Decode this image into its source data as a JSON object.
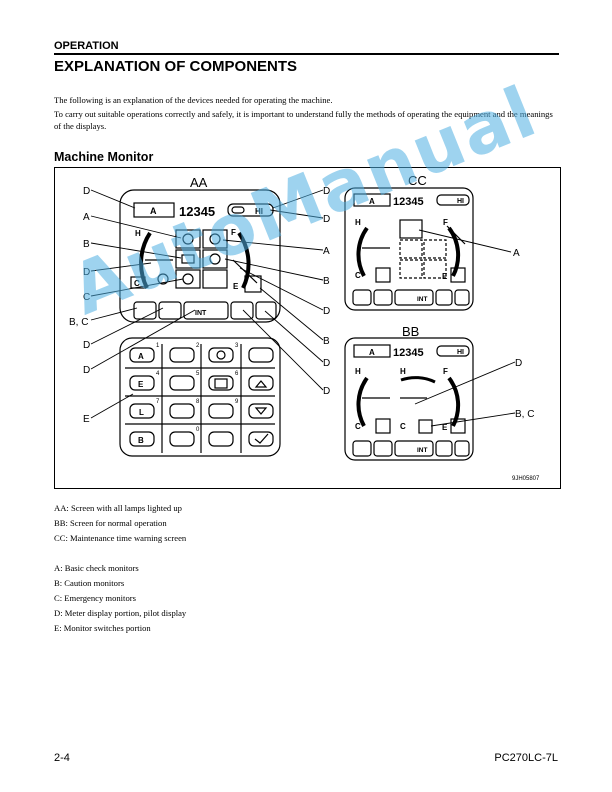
{
  "header": {
    "section": "OPERATION",
    "title": "EXPLANATION OF COMPONENTS"
  },
  "intro": {
    "p1": "The following is an explanation of the devices needed for operating the machine.",
    "p2": "To carry out suitable operations correctly and safely, it is important to understand fully the methods of operating the equipment and the meanings of the displays."
  },
  "subheading": "Machine Monitor",
  "figure": {
    "screen_aa": "AA",
    "screen_bb": "BB",
    "screen_cc": "CC",
    "hour_meter": "12345",
    "mode_a": "A",
    "mode_hi": "HI",
    "int_label": "INT",
    "gauge_h": "H",
    "gauge_c": "C",
    "gauge_f": "F",
    "gauge_e": "E",
    "sw_a": "A",
    "sw_e": "E",
    "sw_l": "L",
    "sw_b": "B",
    "num1": "1",
    "num2": "2",
    "num3": "3",
    "num4": "4",
    "num5": "5",
    "num6": "6",
    "num7": "7",
    "num8": "8",
    "num9": "9",
    "num0": "0",
    "callouts": {
      "a": "A",
      "b": "B",
      "c": "C",
      "d": "D",
      "e": "E",
      "bc": "B, C"
    },
    "code": "9JH05807",
    "watermark": "AutoManual"
  },
  "legend": [
    "AA: Screen with all lamps lighted up",
    "BB: Screen for normal operation",
    "CC: Maintenance time warning screen",
    "A: Basic check monitors",
    "B: Caution monitors",
    "C: Emergency monitors",
    "D: Meter display portion, pilot display",
    "E: Monitor switches portion"
  ],
  "footer": {
    "page": "2-4",
    "model": "PC270LC-7L"
  },
  "colors": {
    "watermark": "#4faee1"
  }
}
